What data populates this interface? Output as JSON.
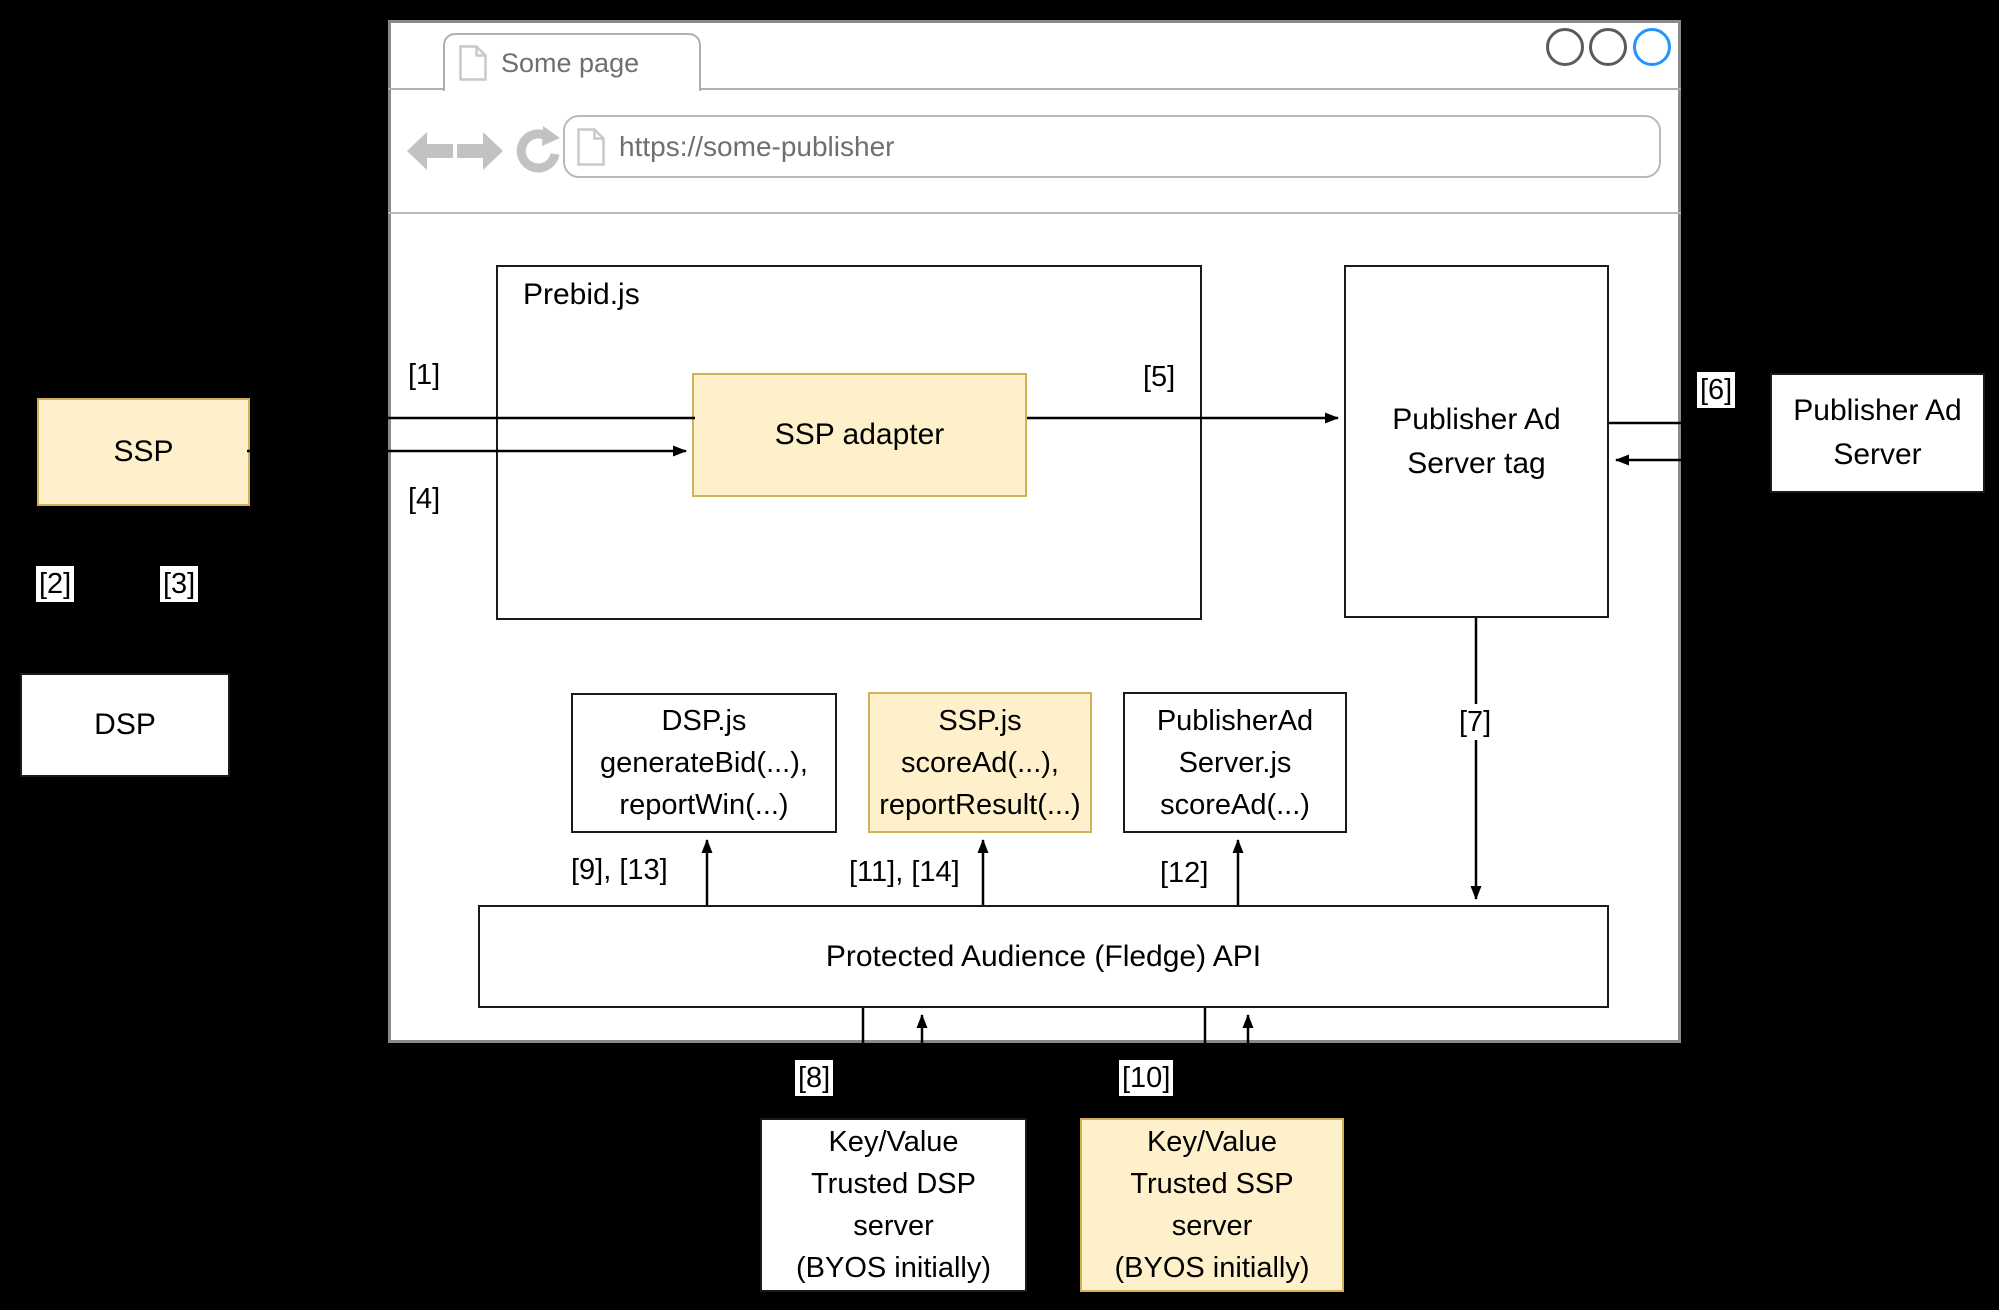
{
  "browser": {
    "tab_title": "Some page",
    "url": "https://some-publisher"
  },
  "diagram": {
    "colors": {
      "canvas_bg": "#000000",
      "window_border": "#8a8a8a",
      "chrome_gray": "#b9b9b9",
      "chrome_text": "#6f6f6f",
      "accent_blue": "#2492ff",
      "highlight_fill": "#fdf0cb",
      "highlight_border": "#d0b157",
      "box_border": "#1a1a1a",
      "line_color": "#000000",
      "label_bg": "#ffffff"
    },
    "icons": {
      "tab_icon": "page-icon",
      "url_icon": "page-icon",
      "nav_back": "back-arrow-icon",
      "nav_forward": "forward-arrow-icon",
      "nav_reload": "reload-icon"
    },
    "nodes": {
      "prebid": {
        "label": "Prebid.js"
      },
      "ssp_adapter": {
        "label": "SSP adapter"
      },
      "publisher_ad_server_tag": {
        "lines": [
          "Publisher Ad",
          "Server tag"
        ]
      },
      "publisher_ad_server": {
        "lines": [
          "Publisher Ad",
          "Server"
        ]
      },
      "ssp": {
        "label": "SSP"
      },
      "dsp": {
        "label": "DSP"
      },
      "dsp_js": {
        "lines": [
          "DSP.js",
          "generateBid(...),",
          "reportWin(...)"
        ]
      },
      "ssp_js": {
        "lines": [
          "SSP.js",
          "scoreAd(...),",
          "reportResult(...)"
        ]
      },
      "publisher_ad_server_js": {
        "lines": [
          "PublisherAd",
          "Server.js",
          "scoreAd(...)"
        ]
      },
      "fledge_api": {
        "label": "Protected Audience (Fledge) API"
      },
      "kv_dsp": {
        "lines": [
          "Key/Value",
          "Trusted DSP",
          "server",
          "(BYOS initially)"
        ]
      },
      "kv_ssp": {
        "lines": [
          "Key/Value",
          "Trusted SSP",
          "server",
          "(BYOS initially)"
        ]
      }
    },
    "step_labels": {
      "s1": "[1]",
      "s2": "[2]",
      "s3": "[3]",
      "s4": "[4]",
      "s5": "[5]",
      "s6": "[6]",
      "s7": "[7]",
      "s8": "[8]",
      "s9_13": "[9], [13]",
      "s10": "[10]",
      "s11_14": "[11], [14]",
      "s12": "[12]"
    }
  }
}
